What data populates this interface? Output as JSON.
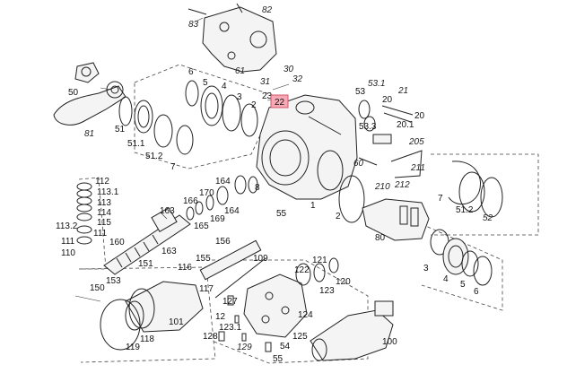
{
  "diagram": {
    "highlight_label": "22",
    "labels": [
      "83",
      "82",
      "61",
      "6",
      "5",
      "4",
      "3",
      "50",
      "51",
      "51.1",
      "81",
      "51.2",
      "7",
      "30",
      "31",
      "32",
      "23",
      "22",
      "2",
      "53",
      "53.1",
      "21",
      "20",
      "20",
      "20.1",
      "53.3",
      "205",
      "60",
      "210",
      "211",
      "212",
      "1",
      "55",
      "2",
      "7",
      "51.2",
      "52",
      "80",
      "3",
      "4",
      "5",
      "6",
      "112",
      "113.1",
      "113",
      "114",
      "115",
      "113.2",
      "111",
      "111",
      "110",
      "163",
      "166",
      "165",
      "170",
      "169",
      "164",
      "164",
      "8",
      "160",
      "156",
      "151",
      "163",
      "155",
      "116",
      "117",
      "109",
      "150",
      "153",
      "101",
      "119",
      "118",
      "127",
      "12",
      "123.1",
      "128",
      "129",
      "54",
      "55",
      "122",
      "121",
      "123",
      "120",
      "124",
      "125",
      "100"
    ]
  }
}
